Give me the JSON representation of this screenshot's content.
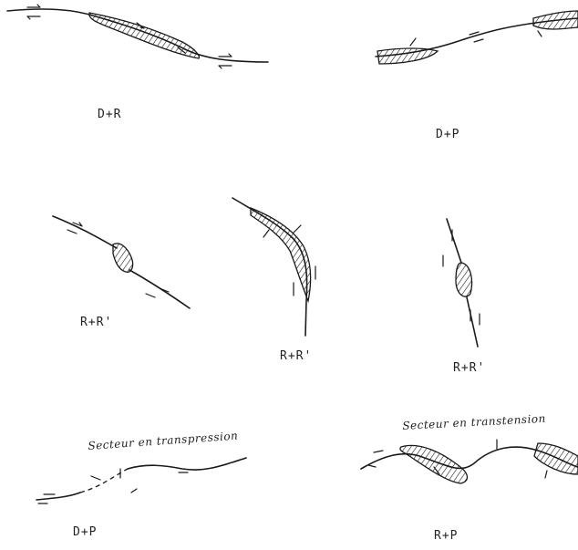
{
  "panels": [
    {
      "id": "p1",
      "label": "D+R"
    },
    {
      "id": "p2",
      "label": "D+P"
    },
    {
      "id": "p3",
      "label": "R+R'"
    },
    {
      "id": "p4",
      "label": "R+R'"
    },
    {
      "id": "p5",
      "label": "R+R'"
    },
    {
      "id": "p6",
      "label": "D+P",
      "annotation": "Secteur en transpression"
    },
    {
      "id": "p7",
      "label": "R+P",
      "annotation": "Secteur en transtension"
    }
  ],
  "icons": [
    "sinistral-shear-arrow",
    "dextral-shear-arrow",
    "hatched-zone"
  ]
}
